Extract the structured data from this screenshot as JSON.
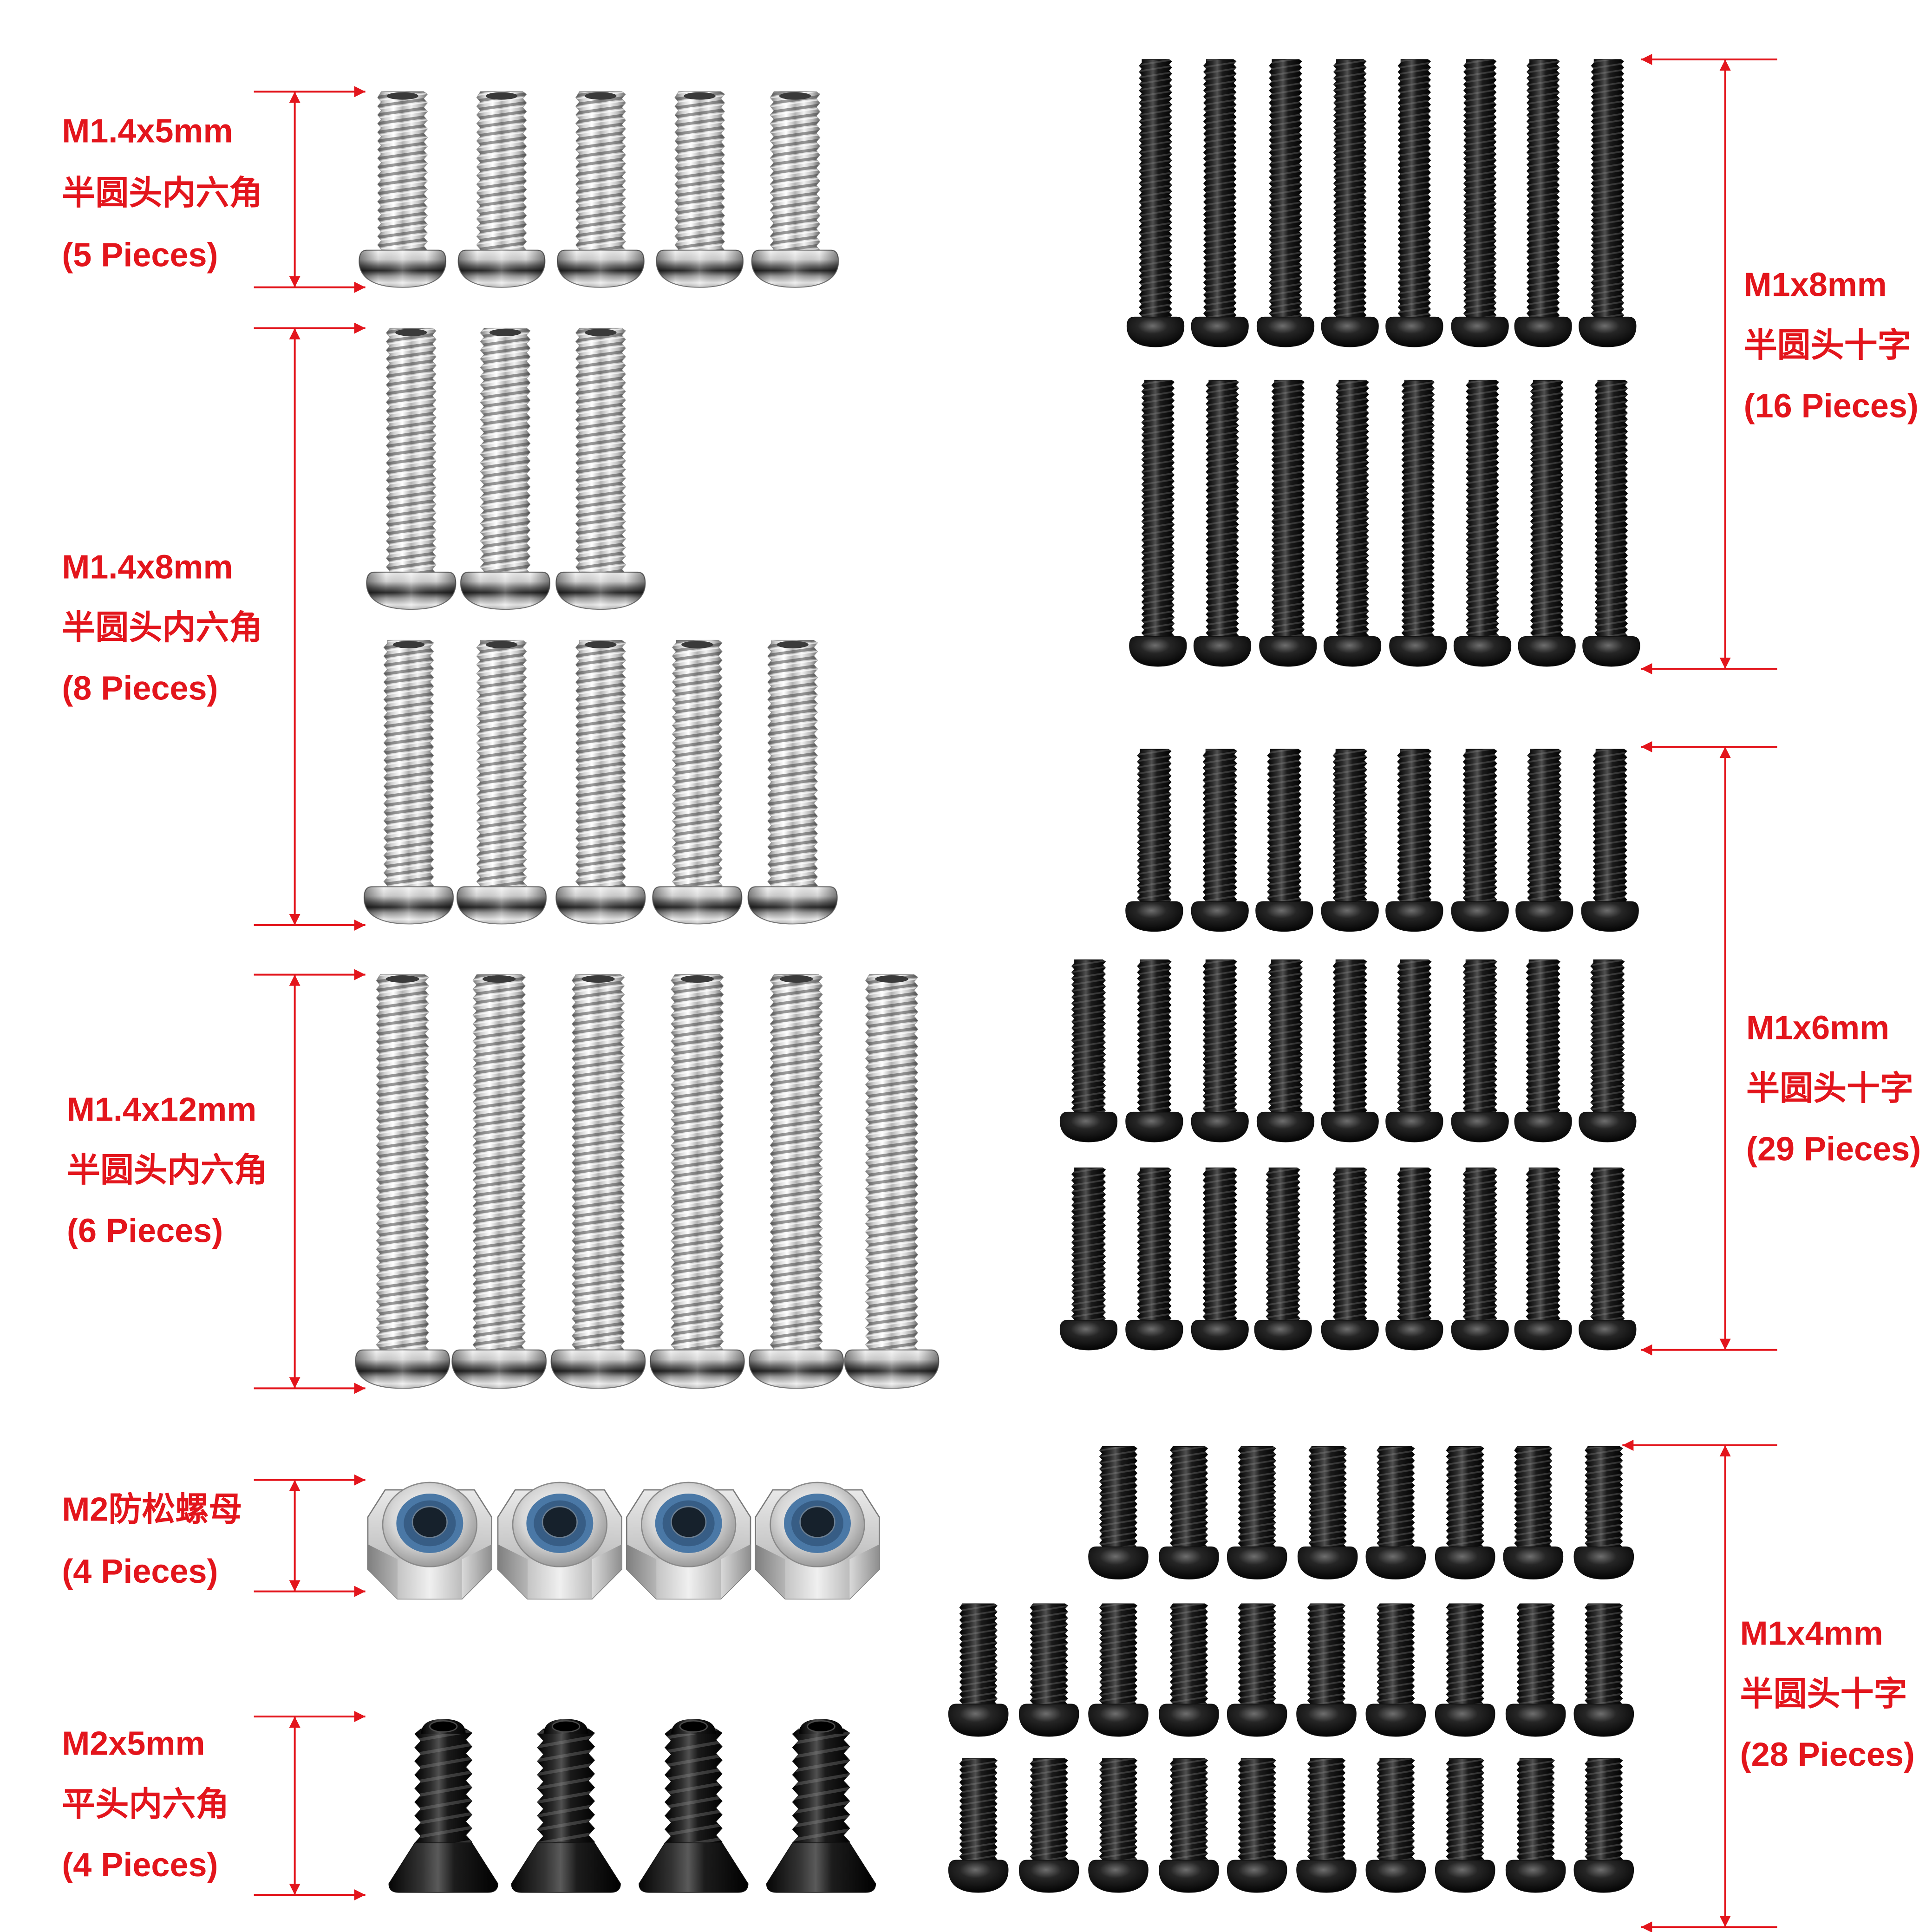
{
  "colors": {
    "background": "#ffffff",
    "label_red": "#e3151c",
    "silver": "#c9c9c9",
    "black_oxide": "#111111",
    "nylon_blue": "#4a78a6"
  },
  "groups": {
    "m14x5": {
      "size": "M1.4x5mm",
      "head": "半圆头内六角",
      "count": "(5 Pieces)",
      "icon": "silver-button-head-hex-screw-icon"
    },
    "m14x8": {
      "size": "M1.4x8mm",
      "head": "半圆头内六角",
      "count": "(8 Pieces)",
      "icon": "silver-button-head-hex-screw-icon"
    },
    "m14x12": {
      "size": "M1.4x12mm",
      "head": "半圆头内六角",
      "count": "(6 Pieces)",
      "icon": "silver-button-head-hex-screw-icon"
    },
    "m2nut": {
      "size": "M2防松螺母",
      "count": "(4 Pieces)",
      "icon": "nylon-lock-nut-icon"
    },
    "m2x5": {
      "size": "M2x5mm",
      "head": "平头内六角",
      "count": "(4 Pieces)",
      "icon": "black-countersunk-hex-screw-icon"
    },
    "m1x8": {
      "size": "M1x8mm",
      "head": "半圆头十字",
      "count": "(16 Pieces)",
      "icon": "black-button-head-phillips-screw-icon"
    },
    "m1x6": {
      "size": "M1x6mm",
      "head": "半圆头十字",
      "count": "(29 Pieces)",
      "icon": "black-button-head-phillips-screw-icon"
    },
    "m1x4": {
      "size": "M1x4mm",
      "head": "半圆头十字",
      "count": "(28 Pieces)",
      "icon": "black-button-head-phillips-screw-icon"
    }
  }
}
